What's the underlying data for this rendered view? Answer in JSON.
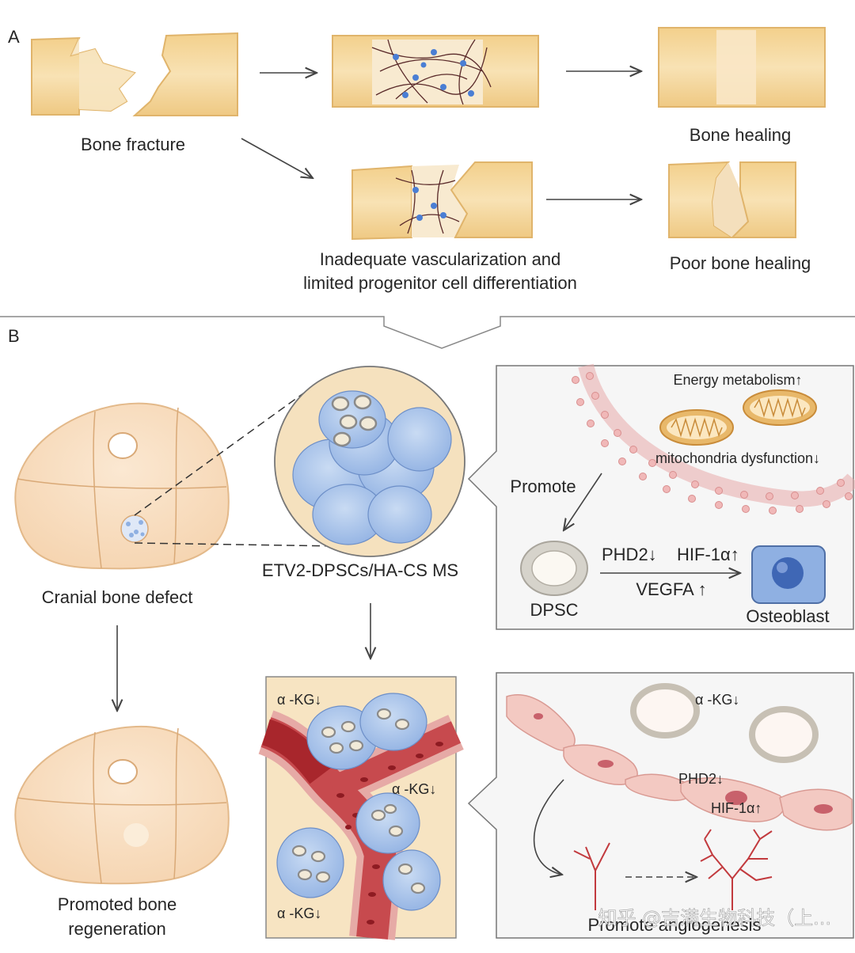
{
  "panel_a": {
    "label": "A",
    "bone_fracture": "Bone fracture",
    "bone_healing": "Bone healing",
    "inadequate_line1": "Inadequate vascularization and",
    "inadequate_line2": "limited progenitor cell differentiation",
    "poor_healing": "Poor bone healing"
  },
  "panel_b": {
    "label": "B",
    "cranial_defect": "Cranial bone defect",
    "promoted_line1": "Promoted bone",
    "promoted_line2": "regeneration",
    "ms_label": "ETV2-DPSCs/HA-CS MS",
    "energy": "Energy metabolism↑",
    "mito": "mitochondria dysfunction↓",
    "promote": "Promote",
    "phd2": "PHD2↓",
    "hif": "HIF-1α↑",
    "vegfa": "VEGFA ↑",
    "dpsc": "DPSC",
    "osteoblast": "Osteoblast",
    "akg_top": "α -KG↓",
    "akg_mid": "α -KG↓",
    "akg_bottom": "α -KG↓",
    "akg_right": "α -KG↓",
    "phd2_small": "PHD2↓",
    "hif_small": "HIF-1α↑",
    "angiogenesis": "Promote angiogenesis",
    "watermark": "知乎 @吉满生物科技（上..."
  },
  "colors": {
    "bone": "#f5d9a0",
    "bone_edge": "#e8c07a",
    "cell_blue": "#a9c4ea",
    "vessel_red": "#b8343a",
    "tissue_pink": "#f3c9c2",
    "arrow": "#444444"
  }
}
